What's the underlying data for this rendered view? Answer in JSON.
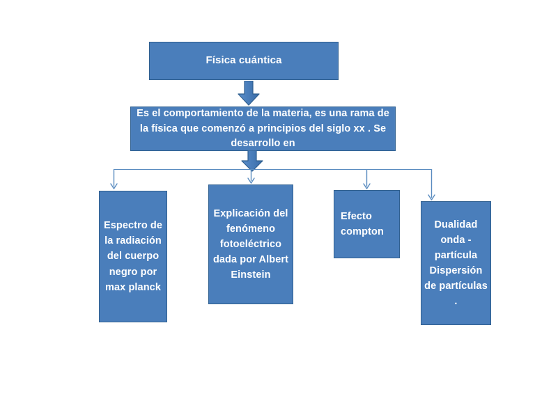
{
  "diagram": {
    "background_color": "#ffffff",
    "node_fill_color": "#4a7ebb",
    "node_border_color": "#2f5f8f",
    "node_text_color": "#ffffff",
    "connector_color": "#5a8cc0",
    "arrow_fill_color": "#4a7ebb"
  },
  "nodes": {
    "title": {
      "label": "Física cuántica"
    },
    "definition": {
      "label": "Es el comportamiento de la materia, es una rama de la física que comenzó a principios del siglo xx  . Se desarrollo en"
    },
    "branches": [
      {
        "id": "planck",
        "label": "Espectro de la radiación del cuerpo negro por max planck"
      },
      {
        "id": "photoelectric",
        "label": "Explicación del fenómeno fotoeléctrico dada por Albert Einstein"
      },
      {
        "id": "compton",
        "label": "Efecto compton"
      },
      {
        "id": "duality",
        "label": "Dualidad onda - partícula Dispersión de partículas ."
      }
    ]
  }
}
